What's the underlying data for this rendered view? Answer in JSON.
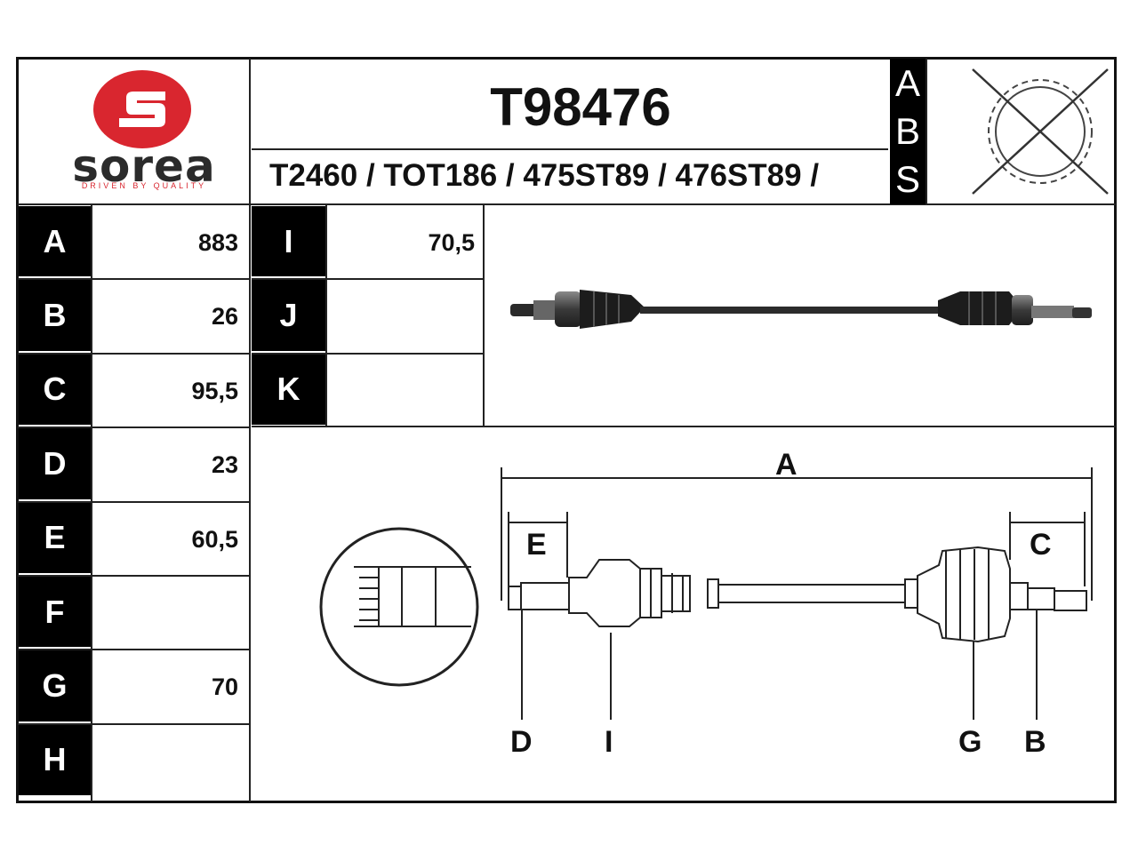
{
  "brand": {
    "name": "sorea",
    "tagline": "DRIVEN BY QUALITY",
    "logo_red": "#d9262f",
    "logo_dark": "#2b2b2b"
  },
  "header": {
    "part_number": "T98476",
    "cross_refs": "T2460 / TOT186 / 475ST89 / 476ST89 /"
  },
  "abs": {
    "letters": [
      "A",
      "B",
      "S"
    ],
    "icon": "abs-ring-crossed-icon"
  },
  "dimensions_left": [
    {
      "label": "A",
      "value": "883"
    },
    {
      "label": "B",
      "value": "26"
    },
    {
      "label": "C",
      "value": "95,5"
    },
    {
      "label": "D",
      "value": "23"
    },
    {
      "label": "E",
      "value": "60,5"
    },
    {
      "label": "F",
      "value": ""
    },
    {
      "label": "G",
      "value": "70"
    },
    {
      "label": "H",
      "value": ""
    }
  ],
  "dimensions_right": [
    {
      "label": "I",
      "value": "70,5"
    },
    {
      "label": "J",
      "value": ""
    },
    {
      "label": "K",
      "value": ""
    }
  ],
  "diagram_labels": {
    "A": "A",
    "E": "E",
    "C": "C",
    "D": "D",
    "I": "I",
    "G": "G",
    "B": "B"
  }
}
